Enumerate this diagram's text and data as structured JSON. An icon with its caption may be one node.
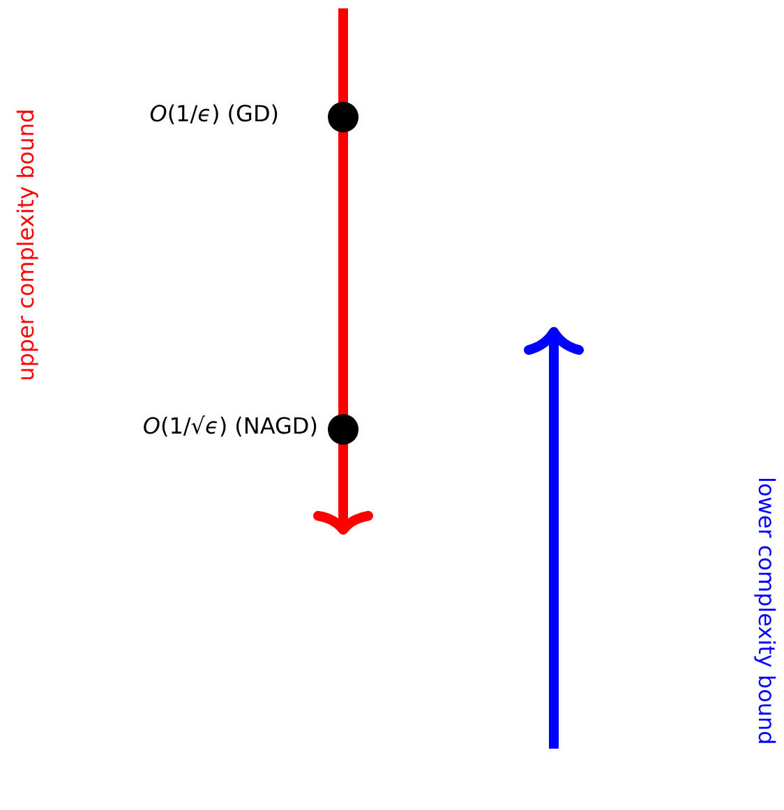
{
  "diagram": {
    "nodes": [
      {
        "text": [],
        "shape": "circle",
        "beside": [
          "*O*(1/*ϵ*) (GD)"
        ]
      },
      {
        "text": [],
        "shape": "circle",
        "beside": [
          "*O*(1/√*ϵ*) (NAGD)"
        ]
      }
    ],
    "labels": [
      "upper complexity bound",
      "lower complexity bound"
    ]
  }
}
